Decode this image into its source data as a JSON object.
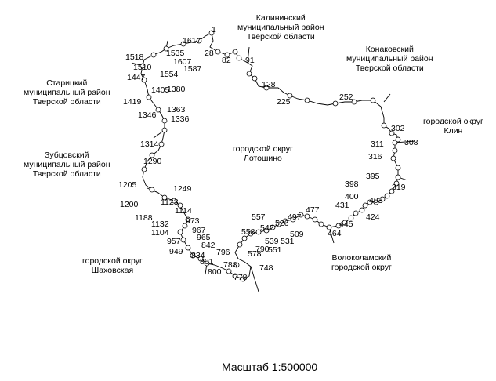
{
  "regions": {
    "kalininsky": [
      "Калининский",
      "муниципальный район",
      "Тверской области"
    ],
    "konakovsky": [
      "Конаковский",
      "муниципальный район",
      "Тверской области"
    ],
    "staritsky": [
      "Старицкий",
      "муниципальный район",
      "Тверской области"
    ],
    "klin": [
      "городской округ",
      "Клин"
    ],
    "lotoshino": [
      "городской округ",
      "Лотошино"
    ],
    "zubtsovsky": [
      "Зубцовский",
      "муниципальный район",
      "Тверской области"
    ],
    "shakhovskaya": [
      "городской округ",
      "Шаховская"
    ],
    "volokolamsky": [
      "Волоколамский",
      "городской округ"
    ]
  },
  "scale_label": "Масштаб 1:500000",
  "points": [
    "1",
    "28",
    "82",
    "91",
    "128",
    "225",
    "252",
    "302",
    "308",
    "311",
    "316",
    "319",
    "395",
    "398",
    "400",
    "403",
    "431",
    "424",
    "445",
    "464",
    "477",
    "497",
    "509",
    "526",
    "542",
    "557",
    "558",
    "539",
    "531",
    "551",
    "578",
    "748",
    "790",
    "778",
    "788",
    "800",
    "801",
    "796",
    "834",
    "842",
    "949",
    "957",
    "965",
    "967",
    "973",
    "1104",
    "1114",
    "1123",
    "1132",
    "1188",
    "1200",
    "1205",
    "1249",
    "1290",
    "1314",
    "1336",
    "1346",
    "1363",
    "1380",
    "1405",
    "1419",
    "1447",
    "1510",
    "1518",
    "1535",
    "1554",
    "1587",
    "1607",
    "1617"
  ]
}
